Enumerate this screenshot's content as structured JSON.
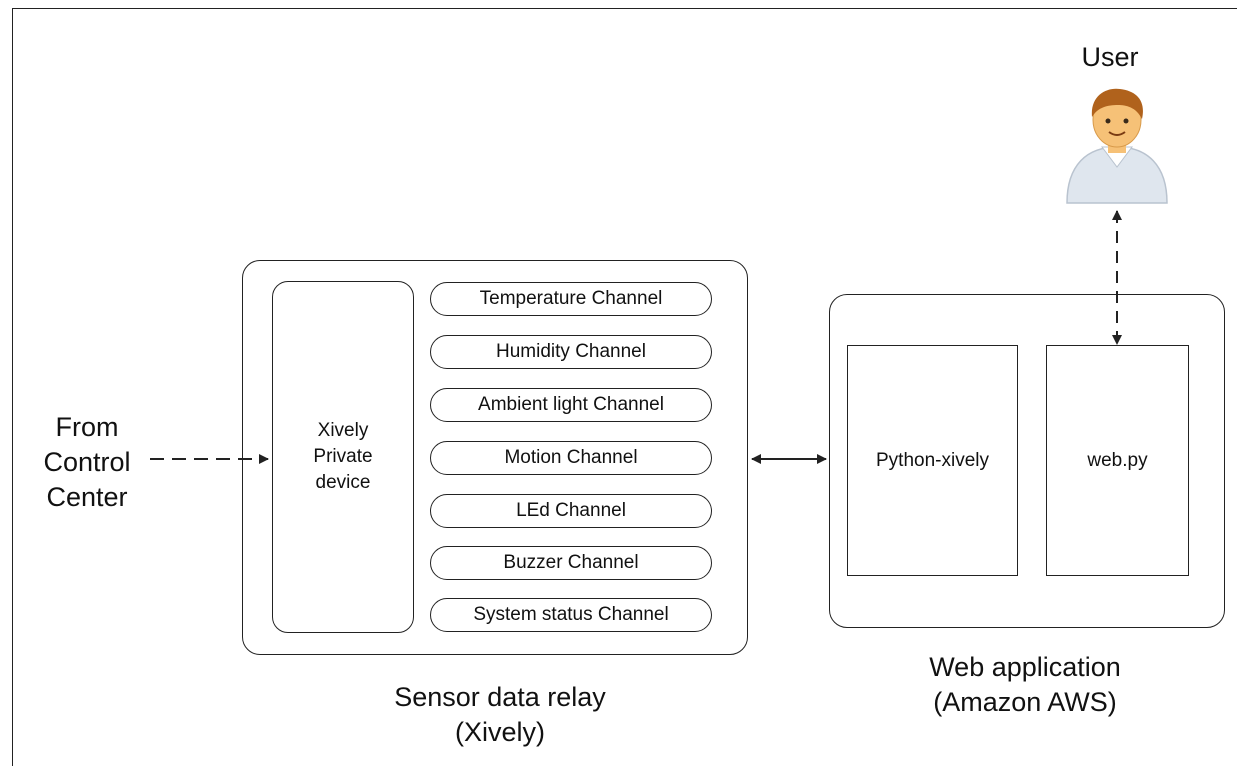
{
  "user": {
    "label": "User",
    "icon": "user-avatar-icon"
  },
  "left_source": {
    "lines": [
      "From",
      "Control",
      "Center"
    ]
  },
  "relay": {
    "device_lines": [
      "Xively",
      "Private",
      "device"
    ],
    "channels": [
      "Temperature Channel",
      "Humidity Channel",
      "Ambient light Channel",
      "Motion Channel",
      "LEd Channel",
      "Buzzer Channel",
      "System status Channel"
    ],
    "caption_lines": [
      "Sensor data relay",
      "(Xively)"
    ]
  },
  "webapp": {
    "left_box": "Python-xively",
    "right_box": "web.py",
    "caption_lines": [
      "Web application",
      "(Amazon AWS)"
    ]
  },
  "colors": {
    "line": "#222222",
    "skin": "#f6c177",
    "hair": "#b0621c",
    "shirt": "#dfe6ee"
  }
}
